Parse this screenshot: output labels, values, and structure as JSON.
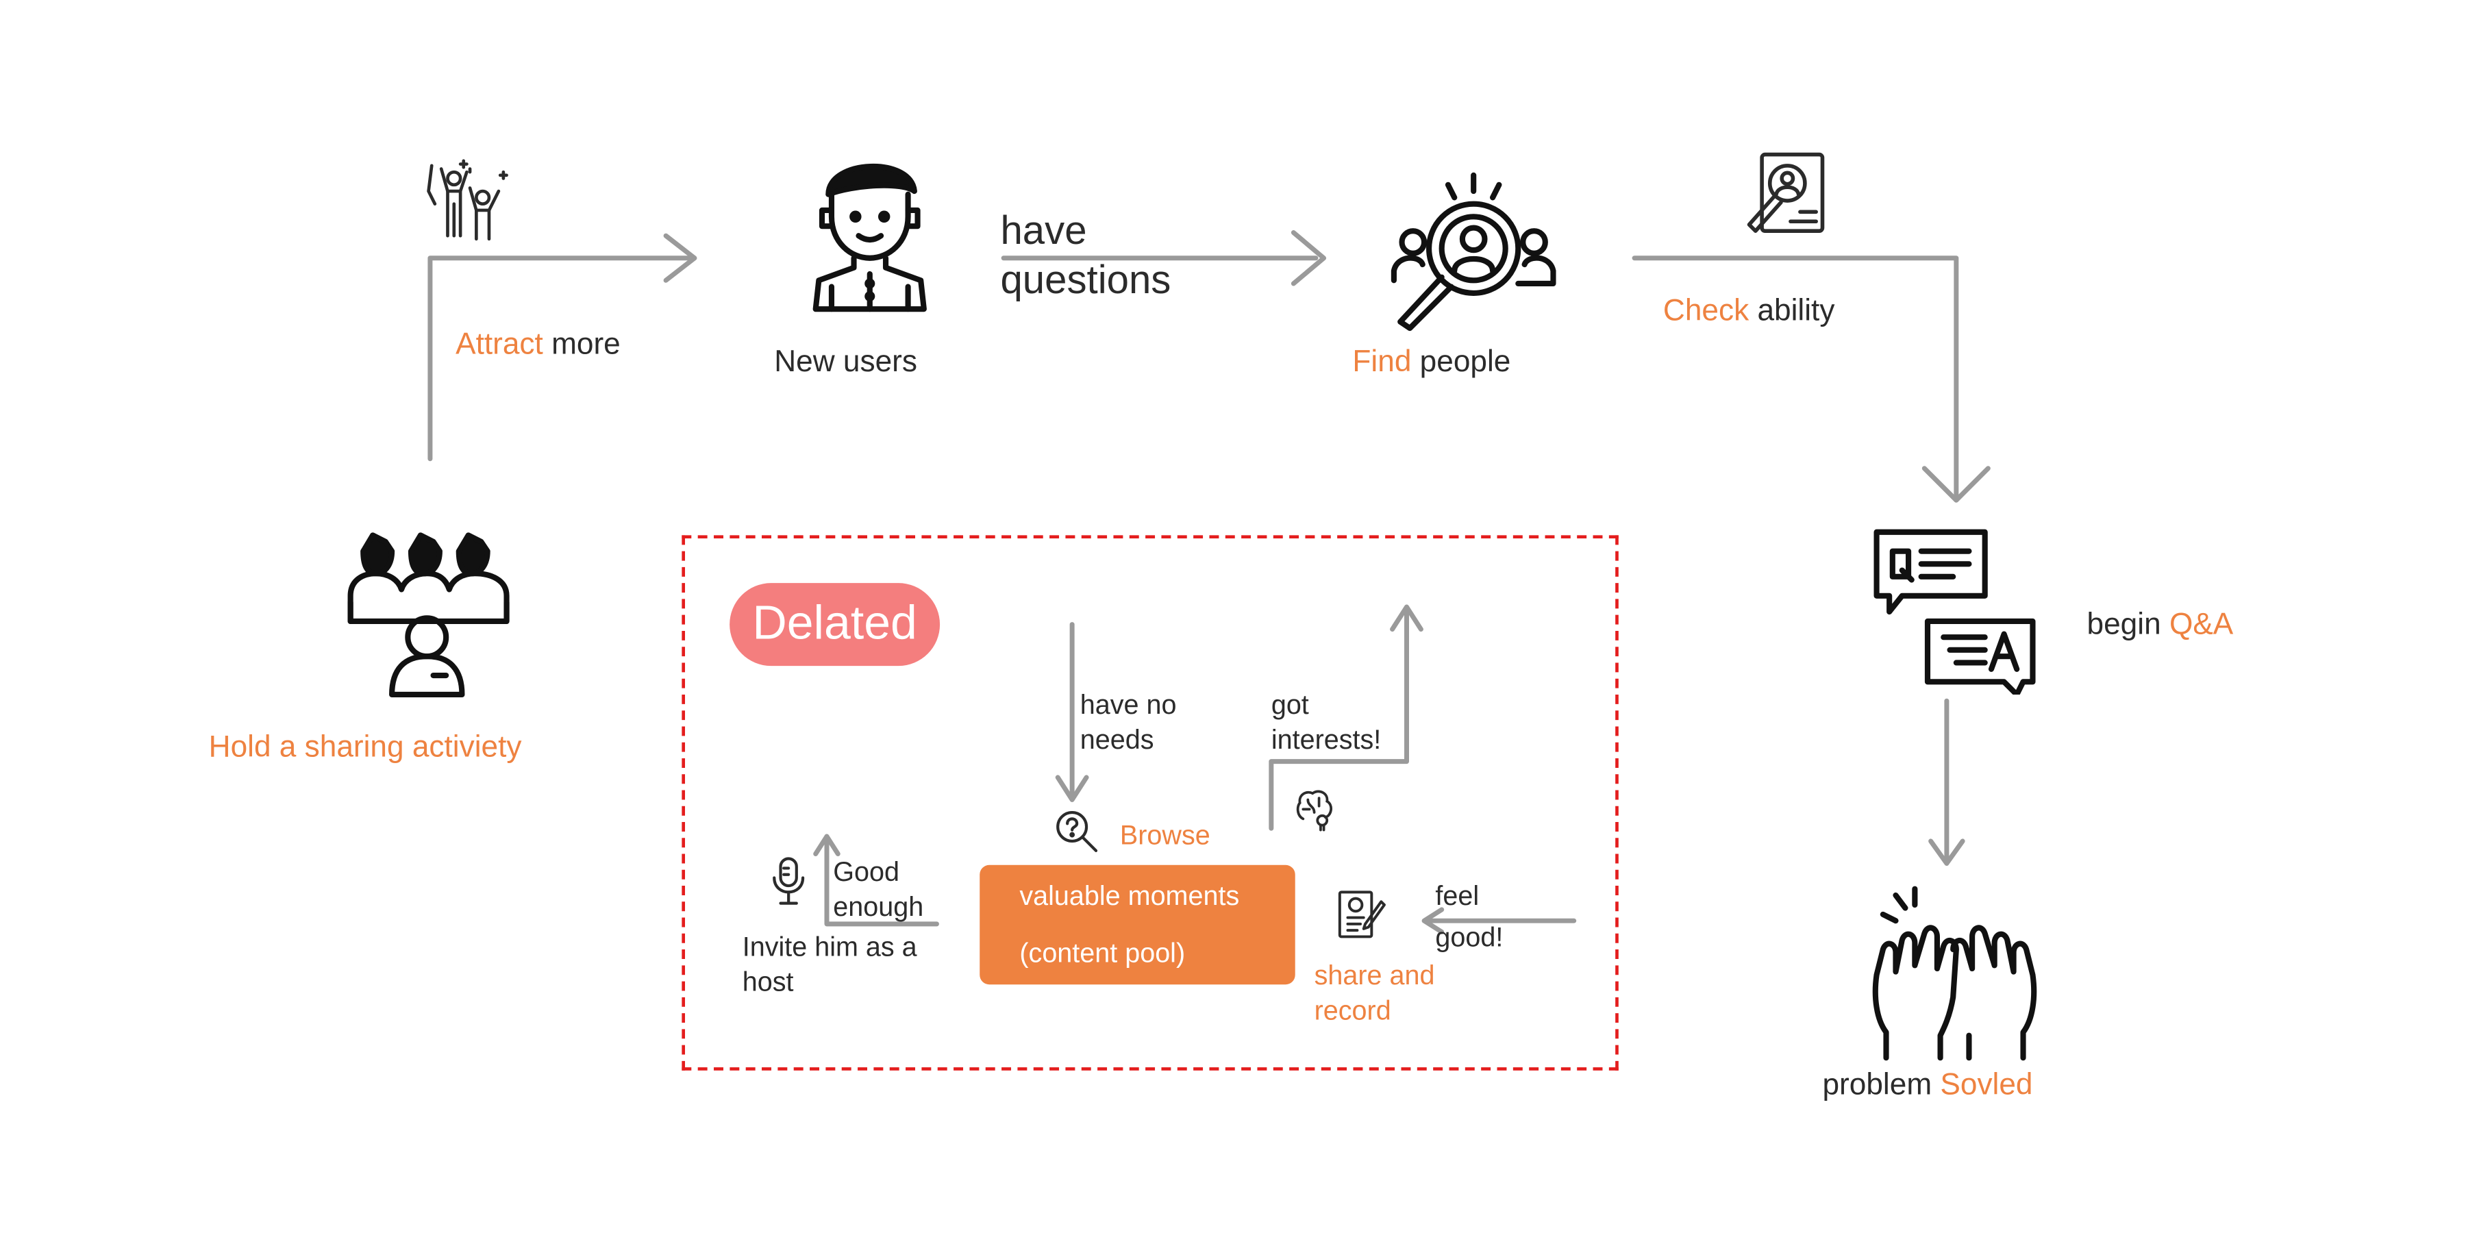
{
  "theme": {
    "accent": "#EE8240",
    "text": "#2b2b2b",
    "arrow": "#9a9a9a",
    "badge": "#F47E7E",
    "frame": "#E41D1D"
  },
  "icons": [
    "party-icon",
    "user-icon",
    "search-people-icon",
    "resume-search-icon",
    "qa-chat-icon",
    "high-five-icon",
    "meeting-icon",
    "microphone-icon",
    "magnifier-question-icon",
    "brain-idea-icon",
    "document-write-icon"
  ],
  "flow": {
    "attract": {
      "highlight": "Attract",
      "rest": " more"
    },
    "new_users": "New users",
    "have": "have",
    "questions": "questions",
    "find": {
      "highlight": "Find",
      "rest": " people"
    },
    "check": {
      "highlight": "Check",
      "rest": " ability"
    },
    "begin_qa": {
      "rest": "begin ",
      "highlight": "Q&A"
    },
    "solved": {
      "rest": "problem ",
      "highlight": "Sovled"
    },
    "sharing": "Hold a sharing activiety"
  },
  "inner": {
    "badge": "Delated",
    "have_no": "have no",
    "needs": "needs",
    "got": "got",
    "interests": "interests!",
    "browse": "Browse",
    "pool_line1": "valuable moments",
    "pool_line2": "(content pool)",
    "good": "Good",
    "enough": "enough",
    "invite_line1": "Invite him as a",
    "invite_line2": "host",
    "feel": "feel",
    "good2": "good!",
    "share_line1": "share and",
    "share_line2": "record"
  }
}
